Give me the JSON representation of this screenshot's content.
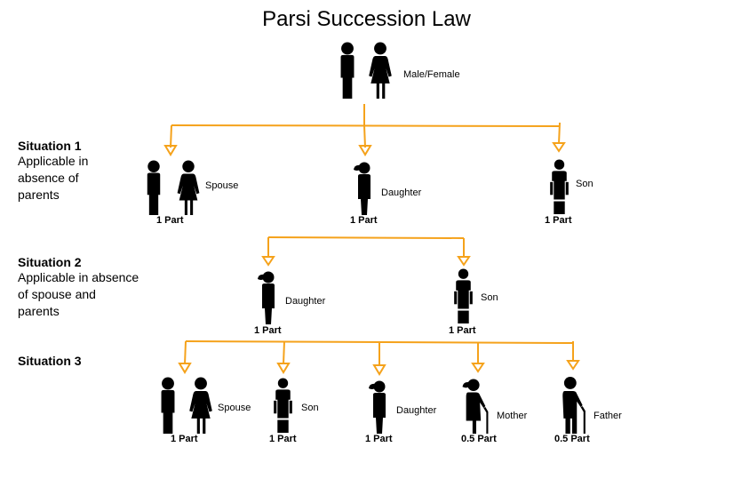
{
  "title": "Parsi Succession Law",
  "root": {
    "label": "Male/Female",
    "icon": "male-female-couple-icon"
  },
  "colors": {
    "connector": "#f5a21b",
    "icon": "#000000"
  },
  "situations": [
    {
      "heading": "Situation 1",
      "description": [
        "Applicable in",
        "absence of",
        "parents"
      ],
      "heirs": [
        {
          "label": "Spouse",
          "share": "1 Part",
          "icon": "couple-icon"
        },
        {
          "label": "Daughter",
          "share": "1 Part",
          "icon": "daughter-icon"
        },
        {
          "label": "Son",
          "share": "1 Part",
          "icon": "son-icon"
        }
      ]
    },
    {
      "heading": "Situation 2",
      "description": [
        "Applicable in absence",
        "of spouse and",
        "parents"
      ],
      "heirs": [
        {
          "label": "Daughter",
          "share": "1 Part",
          "icon": "daughter-icon"
        },
        {
          "label": "Son",
          "share": "1 Part",
          "icon": "son-icon"
        }
      ]
    },
    {
      "heading": "Situation 3",
      "description": [],
      "heirs": [
        {
          "label": "Spouse",
          "share": "1 Part",
          "icon": "couple-icon"
        },
        {
          "label": "Son",
          "share": "1 Part",
          "icon": "son-icon"
        },
        {
          "label": "Daughter",
          "share": "1 Part",
          "icon": "daughter-icon"
        },
        {
          "label": "Mother",
          "share": "0.5 Part",
          "icon": "elderly-woman-icon"
        },
        {
          "label": "Father",
          "share": "0.5 Part",
          "icon": "elderly-man-icon"
        }
      ]
    }
  ]
}
